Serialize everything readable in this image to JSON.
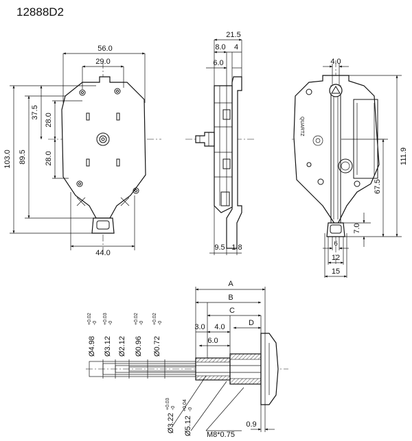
{
  "title": "12888D2",
  "front_view": {
    "width_top": "56.0",
    "width_inner": "29.0",
    "height_total": "103.0",
    "height_body": "89.5",
    "upper_offset": "37.5",
    "upper_half": "28.0",
    "lower_half": "28.0",
    "width_bottom": "44.0"
  },
  "side_view": {
    "depth_total": "21.5",
    "depth_a": "8.0",
    "depth_b": "4",
    "depth_c": "6.0",
    "bottom_a": "9.5",
    "bottom_b": "1.8"
  },
  "rear_view": {
    "top_width": "4.0",
    "height_total": "111.9",
    "height_lower": "67.5",
    "tab_height": "7.0",
    "bottom_a": "6",
    "bottom_b": "12",
    "bottom_c": "15",
    "quartz_label": "QUARTZ"
  },
  "shaft_detail": {
    "len_a": "A",
    "len_b": "B",
    "len_c": "C",
    "len_d": "D",
    "step_a": "3.0",
    "step_b": "4.0",
    "step_c": "6.0",
    "dia_1": "Ø4.98",
    "dia_1_tol_hi": "+0.02",
    "dia_1_tol_lo": "-0",
    "dia_2": "Ø3.12",
    "dia_2_tol_hi": "+0.03",
    "dia_2_tol_lo": "-0",
    "dia_3": "Ø2.12",
    "dia_4": "Ø0.96",
    "dia_4_tol_hi": "+0.02",
    "dia_4_tol_lo": "-0",
    "dia_5": "Ø0.72",
    "dia_5_tol_hi": "+0.02",
    "dia_5_tol_lo": "-0",
    "dia_6": "Ø3.22",
    "dia_6_tol_hi": "+0.03",
    "dia_6_tol_lo": "-0",
    "dia_7": "Ø5.12",
    "dia_7_tol_hi": "+0.04",
    "dia_7_tol_lo": "-0",
    "thread": "M8*0.75",
    "thickness": "0.9"
  }
}
